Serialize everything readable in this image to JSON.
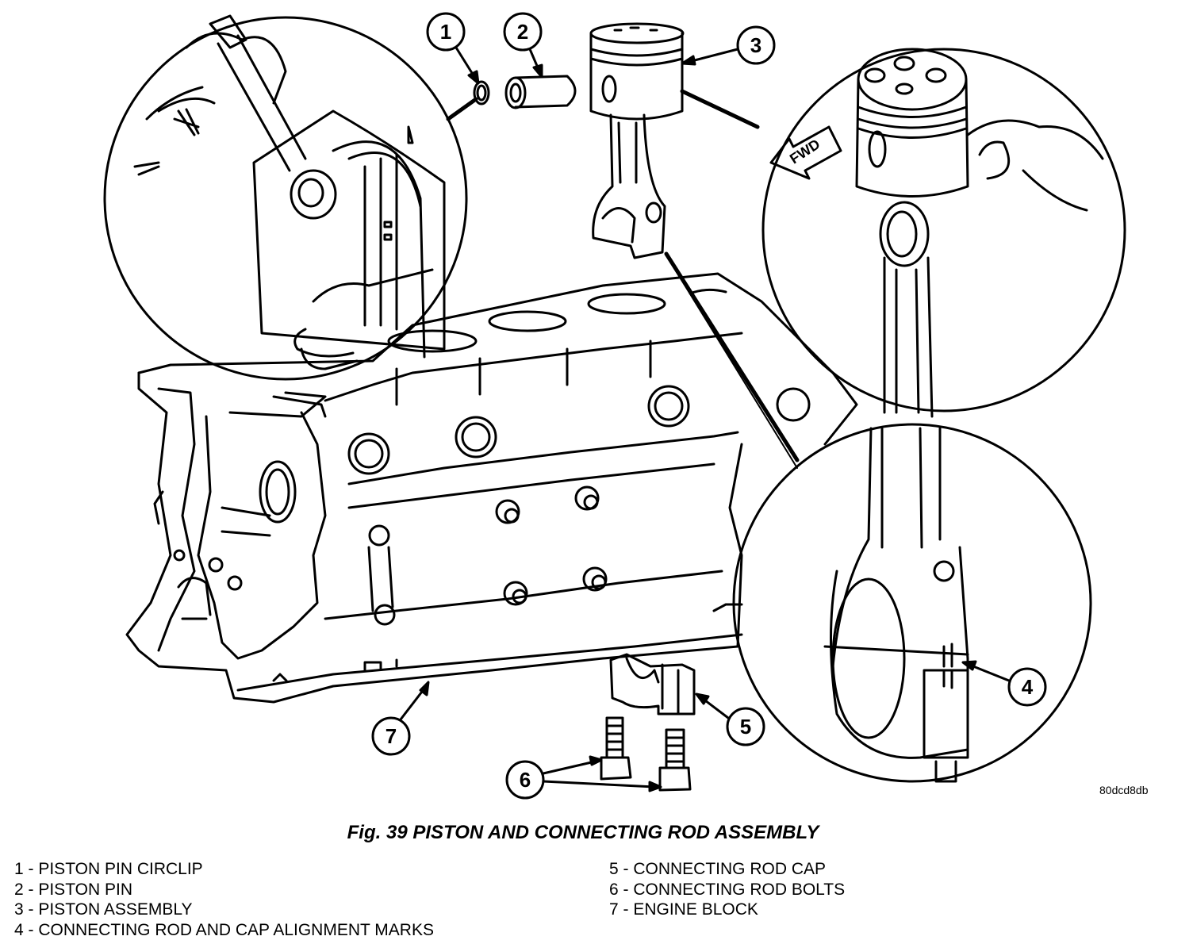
{
  "figure": {
    "callouts": [
      "1",
      "2",
      "3",
      "4",
      "5",
      "6",
      "7"
    ],
    "direction_label": "FWD",
    "image_code": "80dcd8db"
  },
  "caption": "Fig. 39 PISTON AND CONNECTING ROD ASSEMBLY",
  "legend": {
    "left": [
      "1 - PISTON PIN CIRCLIP",
      "2 - PISTON PIN",
      "3 - PISTON ASSEMBLY",
      "4 - CONNECTING ROD AND CAP ALIGNMENT MARKS"
    ],
    "right": [
      "5 - CONNECTING ROD CAP",
      "6 - CONNECTING ROD BOLTS",
      "7 - ENGINE BLOCK"
    ]
  }
}
